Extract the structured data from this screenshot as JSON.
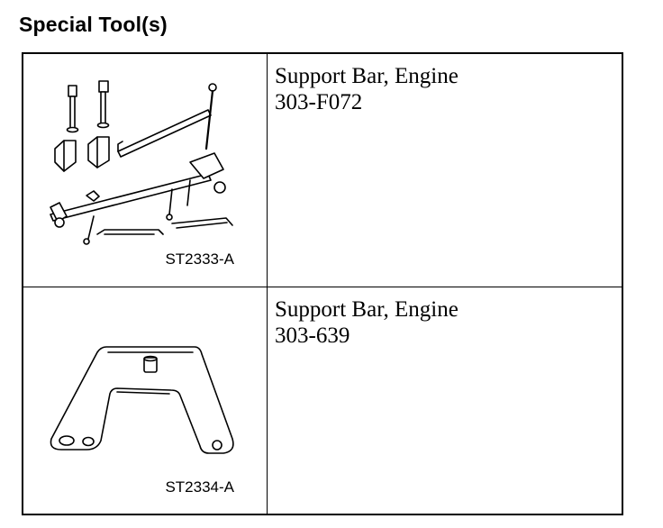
{
  "heading": "Special Tool(s)",
  "tools": [
    {
      "name": "Support Bar, Engine",
      "part_number": "303-F072",
      "illustration_icon": "engine-support-bar-assembly",
      "caption": "ST2333-A"
    },
    {
      "name": "Support Bar, Engine",
      "part_number": "303-639",
      "illustration_icon": "engine-support-bracket-plate",
      "caption": "ST2334-A"
    }
  ]
}
